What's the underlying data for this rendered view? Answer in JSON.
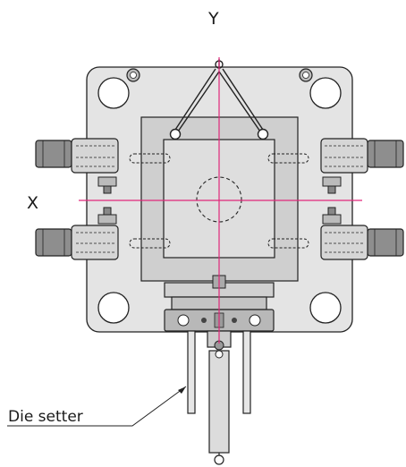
{
  "labels": {
    "y_axis": "Y",
    "x_axis": "X",
    "die_setter": "Die setter"
  },
  "colors": {
    "axis_line": "#e0277a",
    "plate_fill": "#e4e4e4",
    "die_fill": "#cfcfcf",
    "die_inner_fill": "#dedede",
    "outline": "#222222",
    "motor_fill": "#8e8e8e",
    "circle_hole_fill": "#ffffff"
  }
}
